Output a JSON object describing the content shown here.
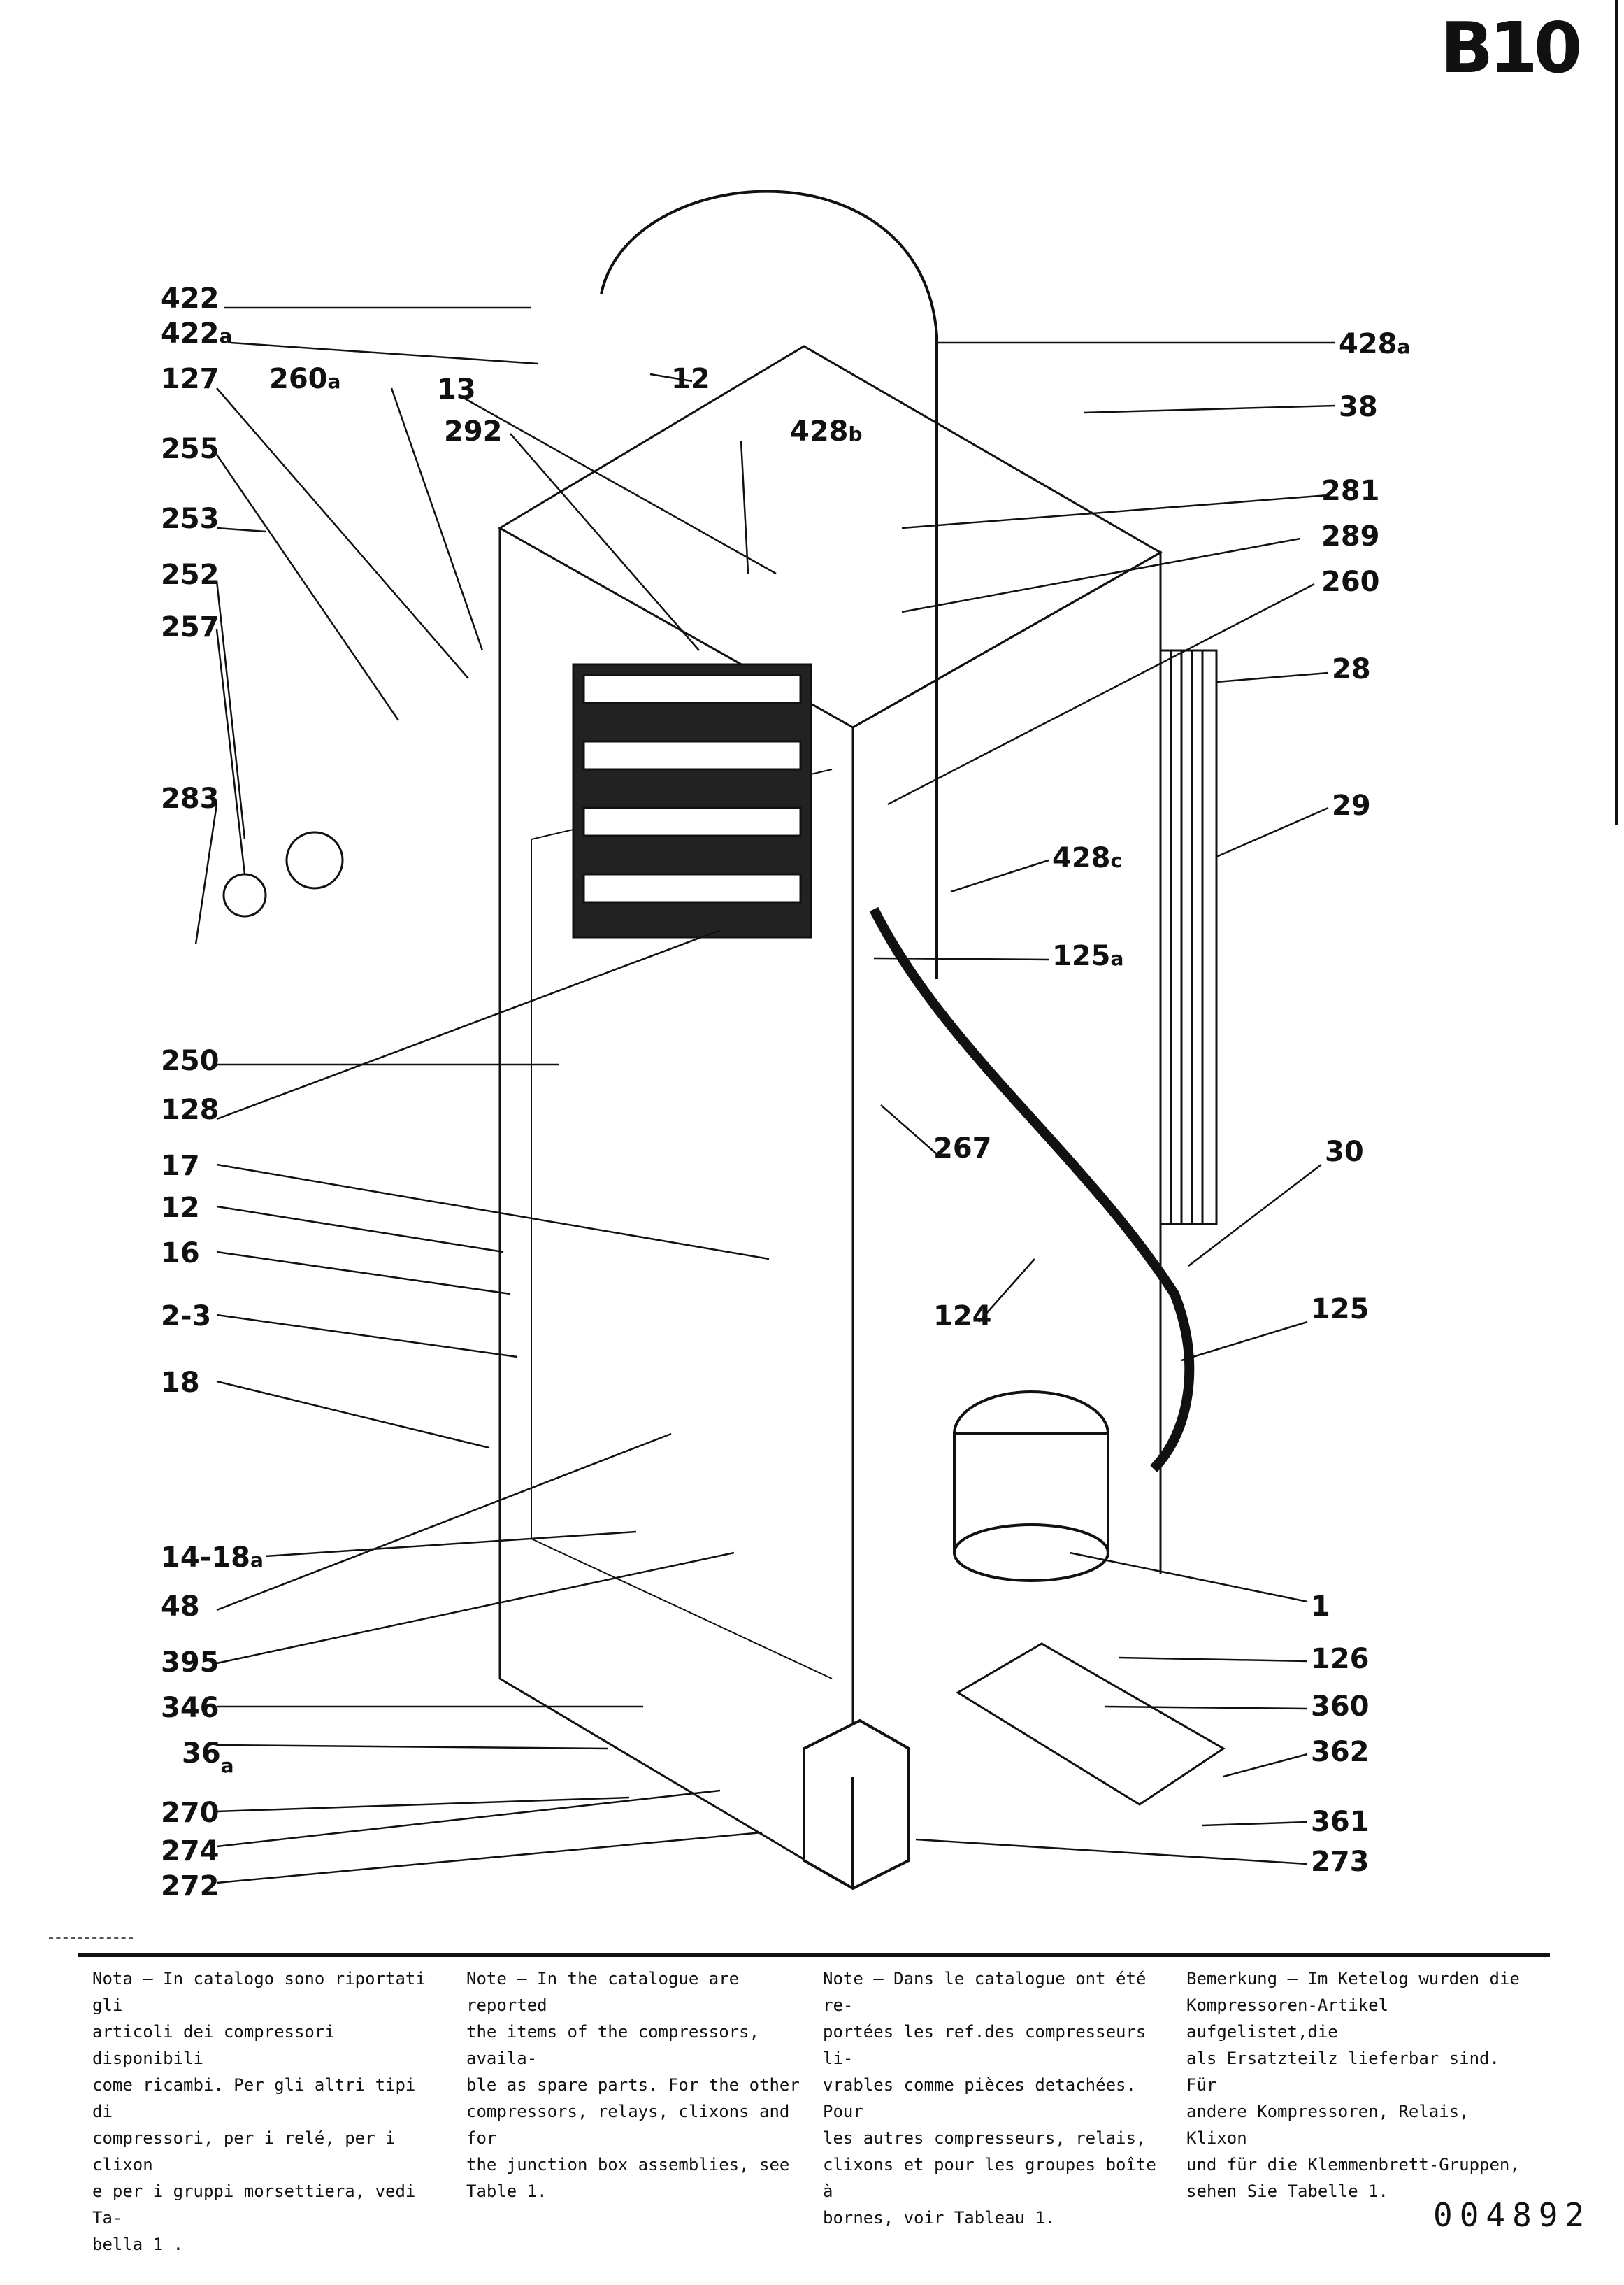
{
  "page_code": "B10",
  "document_number": "004892",
  "diagram": {
    "labels_left": [
      {
        "id": "422",
        "text": "422"
      },
      {
        "id": "422a",
        "text": "422",
        "sub": "a"
      },
      {
        "id": "127",
        "text": "127"
      },
      {
        "id": "260a",
        "text": "260",
        "sub": "a"
      },
      {
        "id": "13",
        "text": "13"
      },
      {
        "id": "12top",
        "text": "12"
      },
      {
        "id": "292",
        "text": "292"
      },
      {
        "id": "428b",
        "text": "428",
        "sub": "b"
      },
      {
        "id": "255",
        "text": "255"
      },
      {
        "id": "253",
        "text": "253"
      },
      {
        "id": "252",
        "text": "252"
      },
      {
        "id": "257",
        "text": "257"
      },
      {
        "id": "283",
        "text": "283"
      },
      {
        "id": "250",
        "text": "250"
      },
      {
        "id": "128",
        "text": "128"
      },
      {
        "id": "17",
        "text": "17"
      },
      {
        "id": "12",
        "text": "12"
      },
      {
        "id": "16",
        "text": "16"
      },
      {
        "id": "2-3",
        "text": "2-3"
      },
      {
        "id": "18",
        "text": "18"
      },
      {
        "id": "14-18a",
        "text": "14-18",
        "sub": "a"
      },
      {
        "id": "48",
        "text": "48"
      },
      {
        "id": "395",
        "text": "395"
      },
      {
        "id": "346",
        "text": "346"
      },
      {
        "id": "36a",
        "text": "36",
        "sub": "a"
      },
      {
        "id": "270",
        "text": "270"
      },
      {
        "id": "274",
        "text": "274"
      },
      {
        "id": "272",
        "text": "272"
      }
    ],
    "labels_right": [
      {
        "id": "428a",
        "text": "428",
        "sub": "a"
      },
      {
        "id": "38",
        "text": "38"
      },
      {
        "id": "281",
        "text": "281"
      },
      {
        "id": "289",
        "text": "289"
      },
      {
        "id": "260",
        "text": "260"
      },
      {
        "id": "28",
        "text": "28"
      },
      {
        "id": "29",
        "text": "29"
      },
      {
        "id": "428c",
        "text": "428",
        "sub": "c"
      },
      {
        "id": "125a",
        "text": "125",
        "sub": "a"
      },
      {
        "id": "267",
        "text": "267"
      },
      {
        "id": "30",
        "text": "30"
      },
      {
        "id": "124",
        "text": "124"
      },
      {
        "id": "125",
        "text": "125"
      },
      {
        "id": "1",
        "text": "1"
      },
      {
        "id": "126",
        "text": "126"
      },
      {
        "id": "360",
        "text": "360"
      },
      {
        "id": "362",
        "text": "362"
      },
      {
        "id": "361",
        "text": "361"
      },
      {
        "id": "273",
        "text": "273"
      }
    ]
  },
  "notes": {
    "it": "Nota – In catalogo sono riportati gli\narticoli dei compressori disponibili\ncome ricambi. Per gli altri tipi di\ncompressori, per i relé, per i clixon\ne per i gruppi morsettiera, vedi Ta-\nbella 1 .",
    "en": "Note – In the catalogue are reported\nthe items of the compressors, availa-\nble as spare parts. For the other\ncompressors, relays, clixons and for\nthe junction box assemblies, see\nTable 1.",
    "fr": "Note – Dans le catalogue ont été re-\nportées les ref.des compresseurs li-\nvrables comme pièces detachées. Pour\nles autres compresseurs, relais,\nclixons et pour les groupes boîte à\nbornes, voir Tableau 1.",
    "de": "Bemerkung – Im Ketelog wurden die\nKompressoren-Artikel aufgelistet,die\nals Ersatzteilz lieferbar sind. Für\nandere Kompressoren, Relais, Klixon\nund für die Klemmenbrett-Gruppen,\nsehen Sie Tabelle 1."
  }
}
